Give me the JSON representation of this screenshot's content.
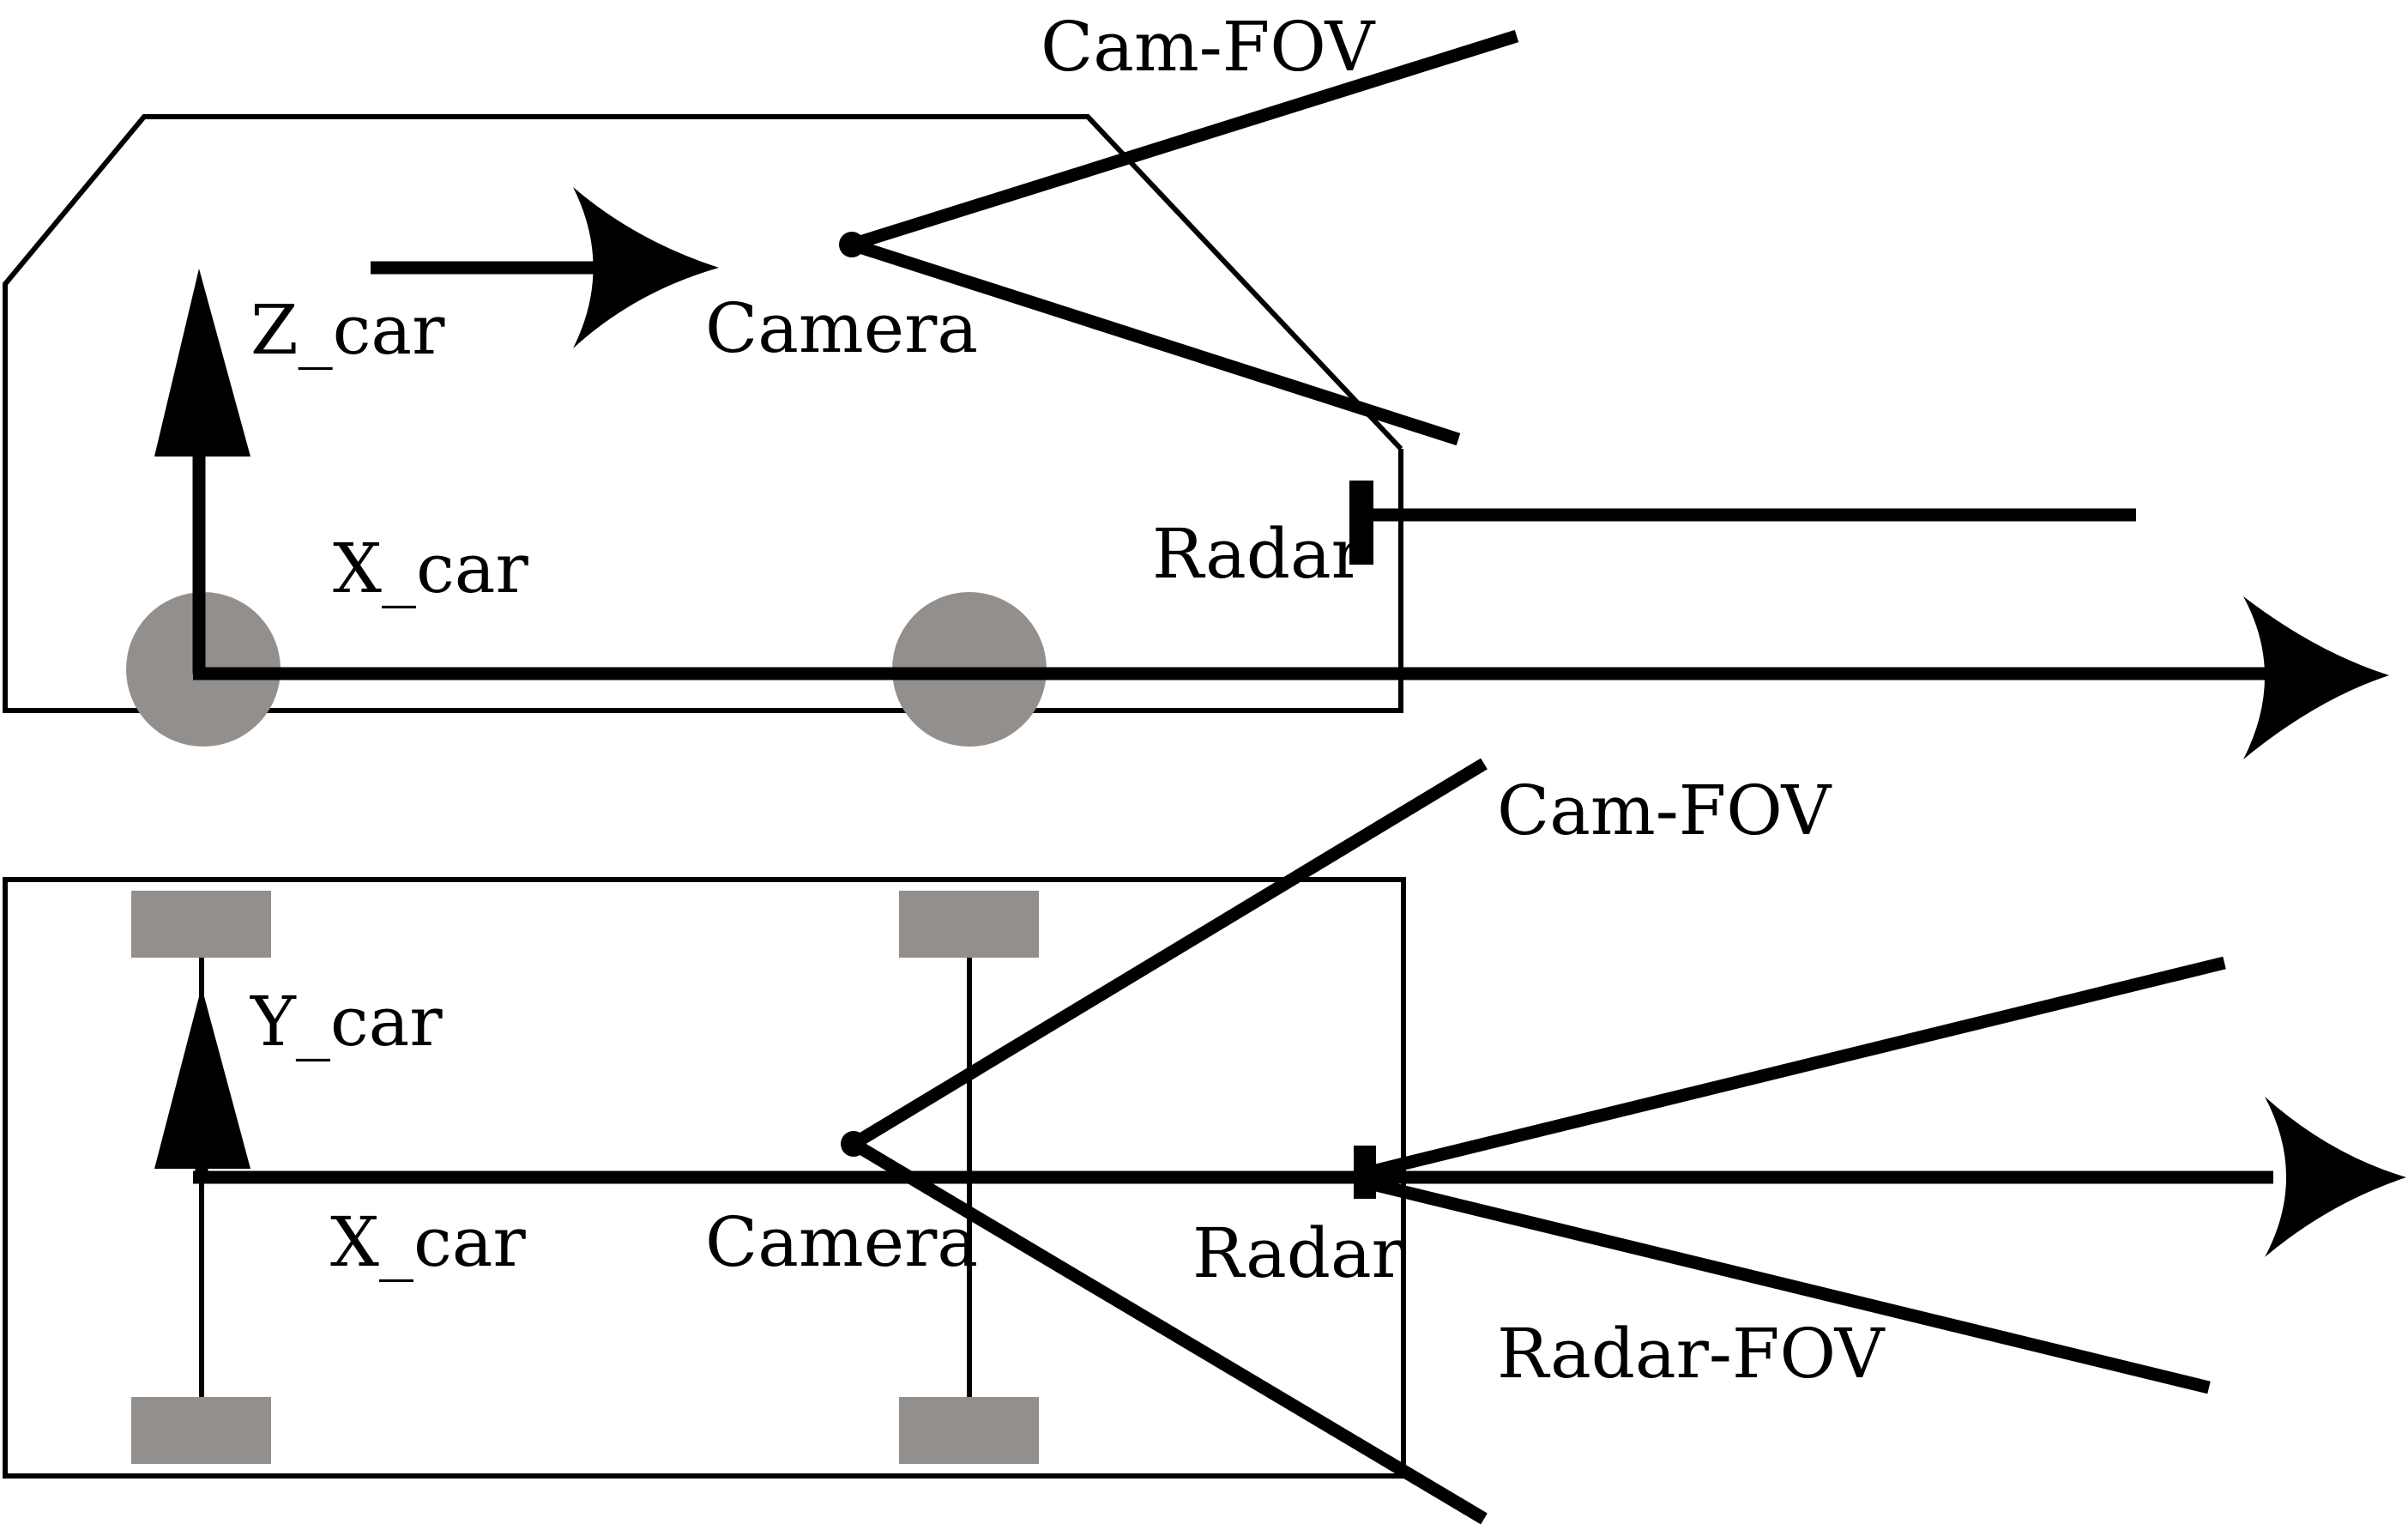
{
  "side_view": {
    "cam_fov_label": "Cam-FOV",
    "camera_label": "Camera",
    "radar_label": "Radar",
    "z_axis_label": "Z_car",
    "x_axis_label": "X_car"
  },
  "top_view": {
    "cam_fov_label": "Cam-FOV",
    "camera_label": "Camera",
    "radar_label": "Radar",
    "radar_fov_label": "Radar-FOV",
    "y_axis_label": "Y_car",
    "x_axis_label": "X_car"
  },
  "colors": {
    "line": "#000000",
    "wheel": "#938f8d",
    "background": "#ffffff"
  }
}
